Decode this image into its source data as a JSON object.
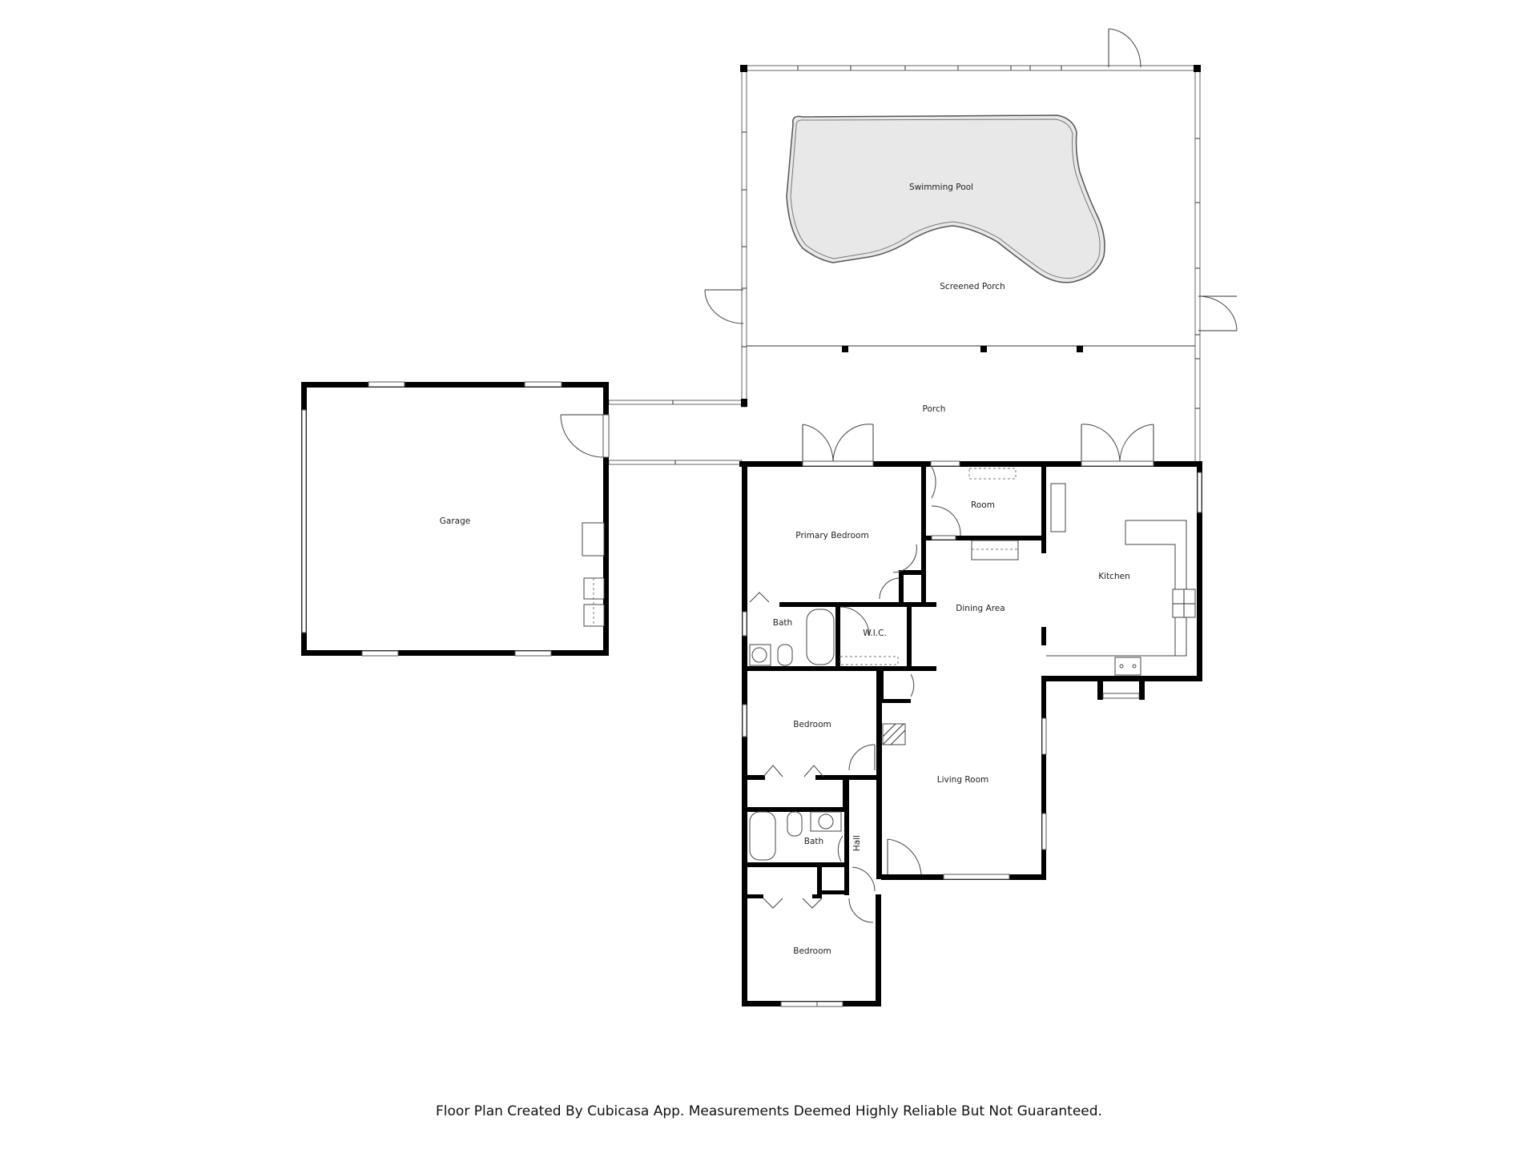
{
  "floor_plan": {
    "rooms": [
      {
        "id": "swimming_pool",
        "label": "Swimming Pool"
      },
      {
        "id": "screened_porch",
        "label": "Screened Porch"
      },
      {
        "id": "porch",
        "label": "Porch"
      },
      {
        "id": "garage",
        "label": "Garage"
      },
      {
        "id": "room",
        "label": "Room"
      },
      {
        "id": "primary_bedroom",
        "label": "Primary Bedroom"
      },
      {
        "id": "kitchen",
        "label": "Kitchen"
      },
      {
        "id": "dining_area",
        "label": "Dining Area"
      },
      {
        "id": "bath_primary",
        "label": "Bath"
      },
      {
        "id": "wic",
        "label": "W.I.C."
      },
      {
        "id": "bedroom_1",
        "label": "Bedroom"
      },
      {
        "id": "living_room",
        "label": "Living Room"
      },
      {
        "id": "bath_2",
        "label": "Bath"
      },
      {
        "id": "hall",
        "label": "Hall"
      },
      {
        "id": "bedroom_2",
        "label": "Bedroom"
      }
    ],
    "colors": {
      "wall": "#000000",
      "pool_fill": "#e8e8e8",
      "background": "#ffffff"
    }
  },
  "footer": {
    "disclaimer": "Floor Plan Created By Cubicasa App. Measurements Deemed Highly Reliable But Not Guaranteed."
  }
}
